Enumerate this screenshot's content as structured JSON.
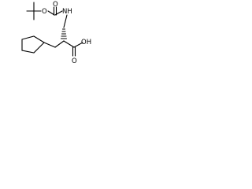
{
  "molecule": {
    "atoms": {
      "nh": "NH",
      "carbonyl_o": "O",
      "ester_o": "O",
      "acid_o": "O",
      "hydroxyl": "OH"
    },
    "colors": {
      "bond": "#000000",
      "text": "#000000",
      "background": "#ffffff"
    }
  }
}
